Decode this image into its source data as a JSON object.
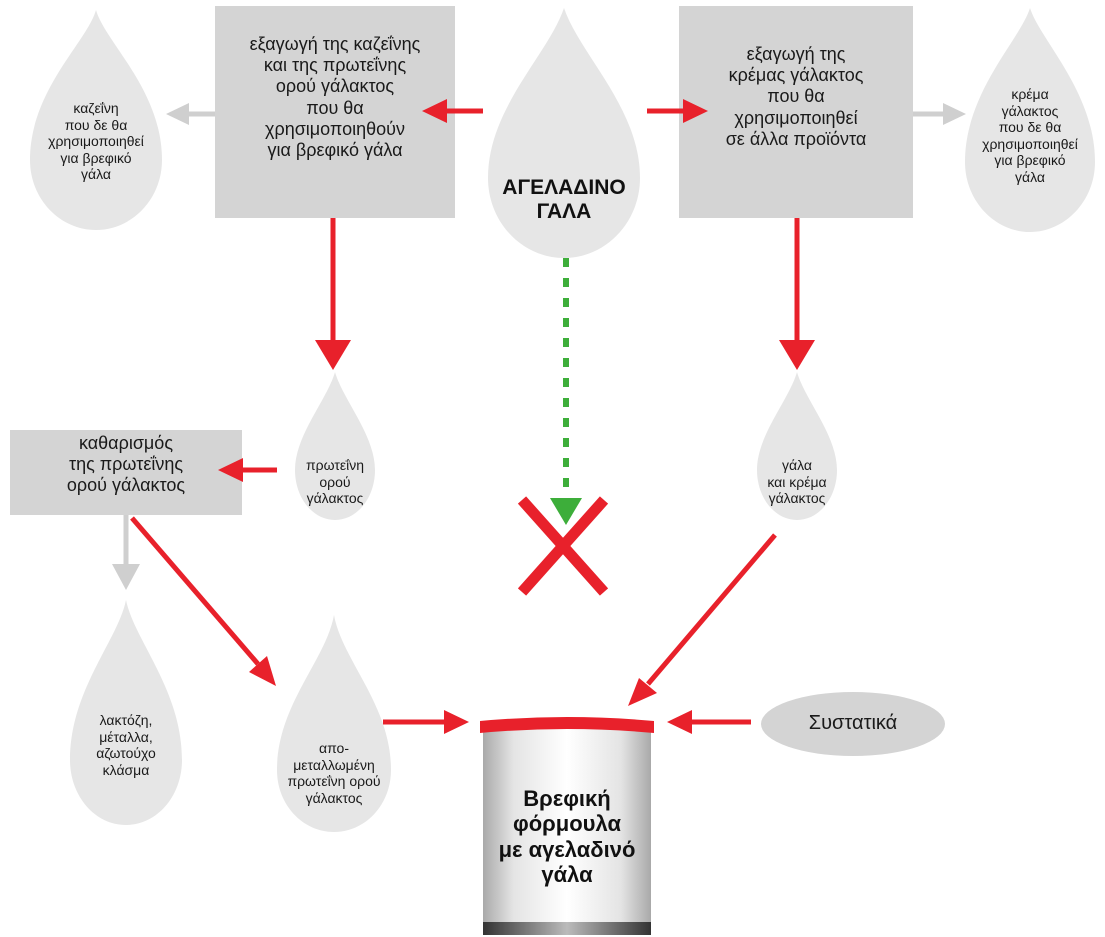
{
  "diagram": {
    "cow_milk": "ΑΓΕΛΑΔΙΝΟ\nΓΑΛΑ",
    "box_casein_whey": "εξαγωγή της καζεΐνης\nκαι της πρωτεΐνης\nορού γάλακτος\nπου θα\nχρησιμοποιηθούν\nγια βρεφικό γάλα",
    "box_cream": "εξαγωγή της\nκρέμας γάλακτος\nπου θα\nχρησιμοποιηθεί\nσε άλλα προϊόντα",
    "drop_casein_unused": "καζεΐνη\nπου δε θα\nχρησιμοποιηθεί\nγια βρεφικό\nγάλα",
    "drop_cream_unused": "κρέμα\nγάλακτος\nπου δε θα\nχρησιμοποιηθεί\nγια βρεφικό\nγάλα",
    "drop_whey_protein": "πρωτεΐνη\nορού\nγάλακτος",
    "drop_milk_cream": "γάλα\nκαι κρέμα\nγάλακτος",
    "box_purification": "καθαρισμός\nτης πρωτεΐνης\nορού γάλακτος",
    "drop_lactose": "λακτόζη,\nμέταλλα,\nαζωτούχο\nκλάσμα",
    "drop_demineralized": "απο-\nμεταλλωμένη\nπρωτεΐνη ορού\nγάλακτος",
    "can_label": "Βρεφική\nφόρμουλα\nμε αγελαδινό\nγάλα",
    "ingredients": "Συστατικά"
  },
  "colors": {
    "arrow_red": "#e8212b",
    "arrow_green": "#3dae3a",
    "arrow_grey": "#cfcfcf",
    "box_fill": "#d4d4d4",
    "drop_fill": "#e6e6e6",
    "cross_red": "#e8212b"
  }
}
